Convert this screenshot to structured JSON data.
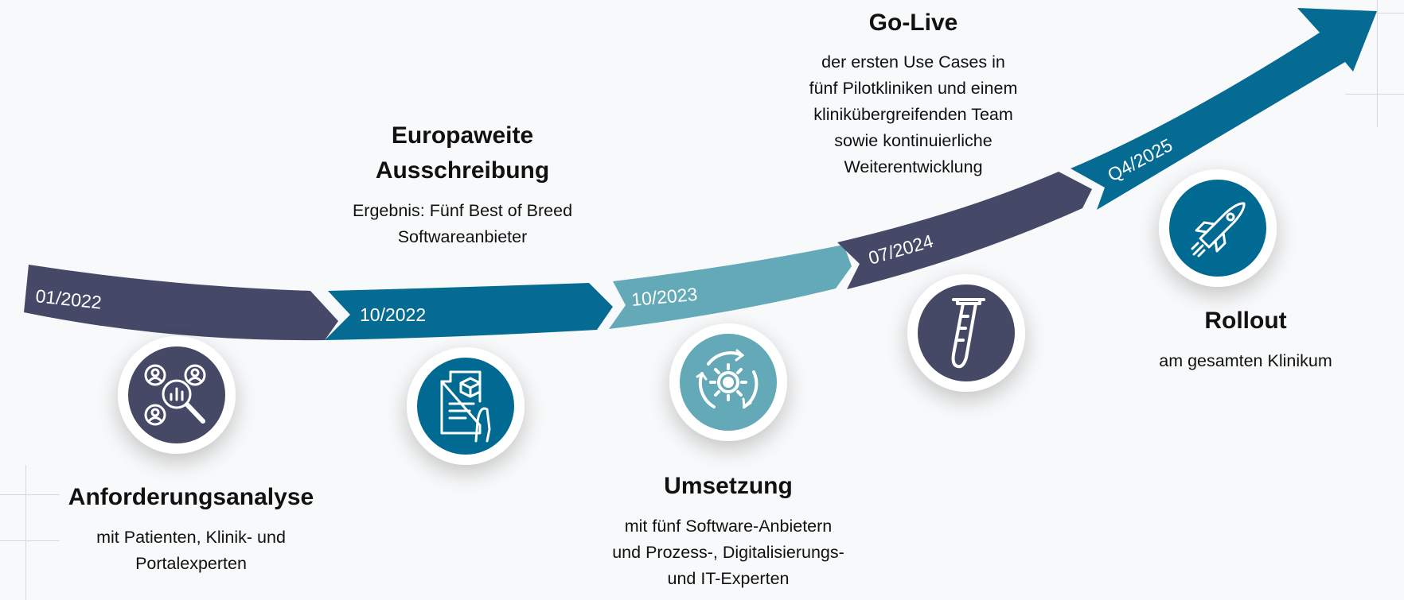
{
  "timeline": {
    "segments": [
      {
        "date": "01/2022",
        "color": "#454866"
      },
      {
        "date": "10/2022",
        "color": "#066b92"
      },
      {
        "date": "10/2023",
        "color": "#64a9b7"
      },
      {
        "date": "07/2024",
        "color": "#454866"
      },
      {
        "date": "Q4/2025",
        "color": "#066b92"
      }
    ]
  },
  "milestones": [
    {
      "title": "Anforderungsanalyse",
      "description": [
        "mit Patienten, Klinik- und",
        "Portalexperten"
      ],
      "icon": "people-analysis-icon",
      "color": "#454866"
    },
    {
      "title": [
        "Europaweite",
        "Ausschreibung"
      ],
      "description": [
        "Ergebnis: Fünf Best of Breed",
        "Softwareanbieter"
      ],
      "icon": "contract-document-icon",
      "color": "#066b92"
    },
    {
      "title": "Umsetzung",
      "description": [
        "mit fünf Software-Anbietern",
        "und Prozess-, Digitalisierungs-",
        "und IT-Experten"
      ],
      "icon": "gear-cycle-icon",
      "color": "#64a9b7"
    },
    {
      "title": "Go-Live",
      "description": [
        "der ersten Use Cases in",
        "fünf Pilotkliniken und einem",
        "klinikübergreifenden Team",
        "sowie kontinuierliche",
        "Weiterentwicklung"
      ],
      "icon": "test-tube-icon",
      "color": "#454866"
    },
    {
      "title": "Rollout",
      "description": [
        "am gesamten Klinikum"
      ],
      "icon": "rocket-icon",
      "color": "#066b92"
    }
  ]
}
